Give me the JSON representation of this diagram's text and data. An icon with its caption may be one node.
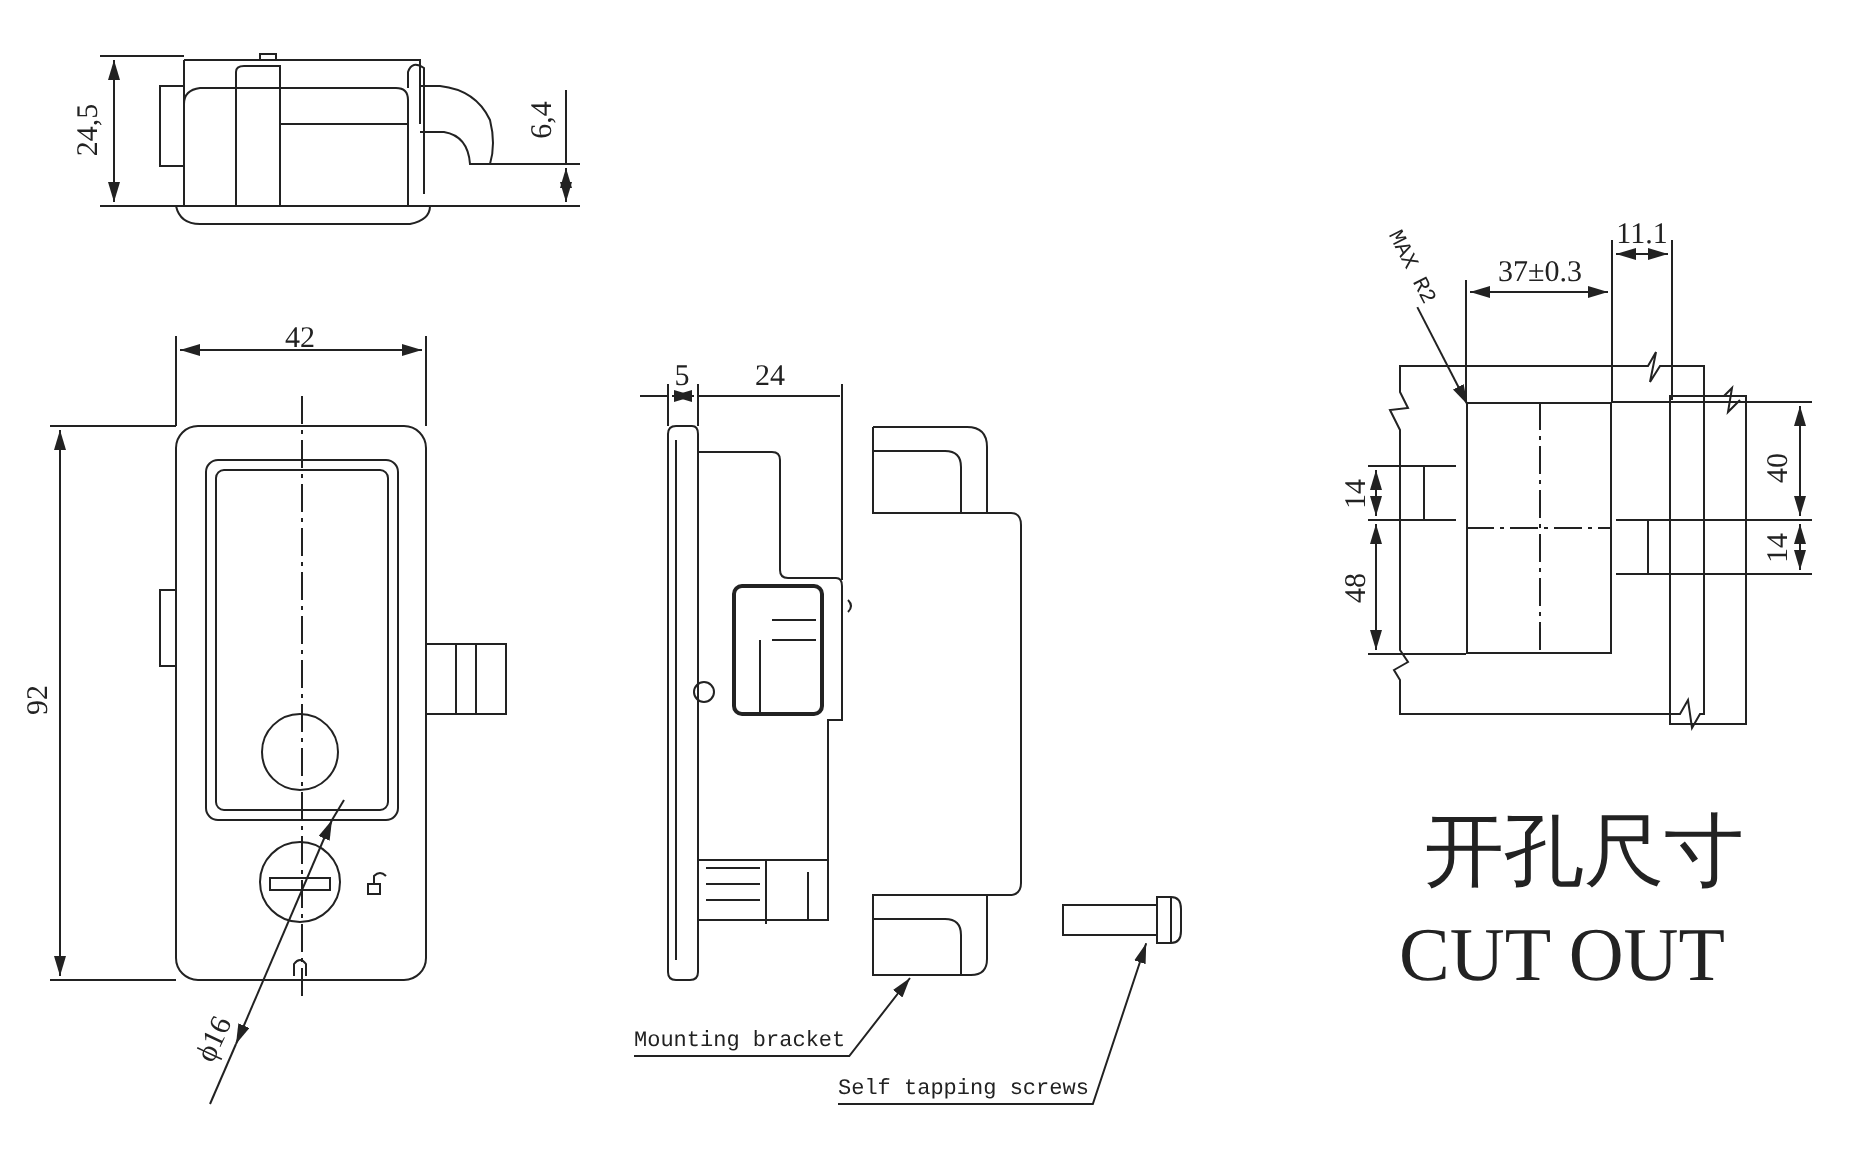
{
  "diagram": {
    "nodes": [
      {
        "text": [
          "Mounting bracket"
        ]
      },
      {
        "text": [],
        "shape": "picture"
      },
      {
        "text": [
          "Self tapping screws"
        ]
      },
      {
        "text": [],
        "shape": "picture"
      },
      {
        "text": [
          "MAX R2"
        ]
      },
      {
        "text": [],
        "shape": "box"
      }
    ],
    "edges": [
      {
        "from": 0,
        "to": 1,
        "arrow": "to"
      },
      {
        "from": 2,
        "to": 3,
        "arrow": "to"
      },
      {
        "from": 4,
        "to": 5,
        "arrow": "to"
      }
    ],
    "labels": [
      "24,5",
      "6,4",
      "42",
      "92",
      "ϕ16",
      "5",
      "24",
      "11.1",
      "37±0.3",
      "14",
      "40",
      "14",
      "48",
      "开孔尺寸",
      "CUT OUT"
    ]
  }
}
